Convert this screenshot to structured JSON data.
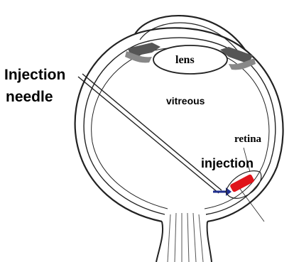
{
  "labels": {
    "needle_line1": "Injection",
    "needle_line2": "needle",
    "lens": "lens",
    "vitreous": "vitreous",
    "retina": "retina",
    "injection": "injection"
  },
  "colors": {
    "injection_site": "#e0141b",
    "needle_tip_arrow": "#1f2f8f",
    "outline": "#222222"
  }
}
